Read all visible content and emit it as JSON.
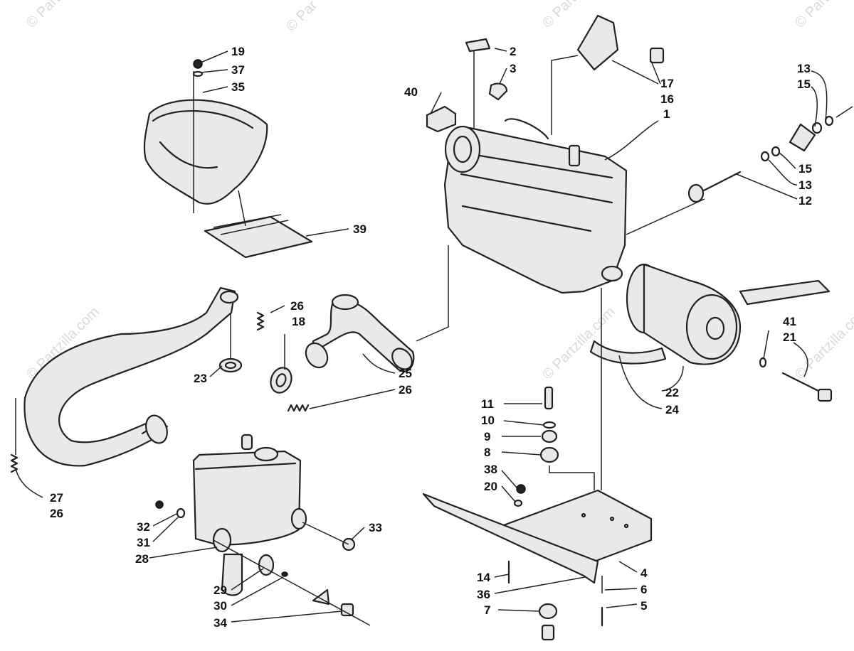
{
  "watermark": {
    "text": "© Partzilla.com",
    "text_top": "© Par"
  },
  "callouts": [
    {
      "id": "c1",
      "label": "1"
    },
    {
      "id": "c2",
      "label": "2"
    },
    {
      "id": "c3",
      "label": "3"
    },
    {
      "id": "c4",
      "label": "4"
    },
    {
      "id": "c5",
      "label": "5"
    },
    {
      "id": "c6",
      "label": "6"
    },
    {
      "id": "c7",
      "label": "7"
    },
    {
      "id": "c8",
      "label": "8"
    },
    {
      "id": "c9",
      "label": "9"
    },
    {
      "id": "c10",
      "label": "10"
    },
    {
      "id": "c11",
      "label": "11"
    },
    {
      "id": "c12",
      "label": "12"
    },
    {
      "id": "c13a",
      "label": "13"
    },
    {
      "id": "c13b",
      "label": "13"
    },
    {
      "id": "c14",
      "label": "14"
    },
    {
      "id": "c15a",
      "label": "15"
    },
    {
      "id": "c15b",
      "label": "15"
    },
    {
      "id": "c16",
      "label": "16"
    },
    {
      "id": "c17",
      "label": "17"
    },
    {
      "id": "c18",
      "label": "18"
    },
    {
      "id": "c19",
      "label": "19"
    },
    {
      "id": "c20",
      "label": "20"
    },
    {
      "id": "c21",
      "label": "21"
    },
    {
      "id": "c22",
      "label": "22"
    },
    {
      "id": "c23",
      "label": "23"
    },
    {
      "id": "c24",
      "label": "24"
    },
    {
      "id": "c25",
      "label": "25"
    },
    {
      "id": "c26a",
      "label": "26"
    },
    {
      "id": "c26b",
      "label": "26"
    },
    {
      "id": "c26c",
      "label": "26"
    },
    {
      "id": "c27",
      "label": "27"
    },
    {
      "id": "c28",
      "label": "28"
    },
    {
      "id": "c29",
      "label": "29"
    },
    {
      "id": "c30",
      "label": "30"
    },
    {
      "id": "c31",
      "label": "31"
    },
    {
      "id": "c32",
      "label": "32"
    },
    {
      "id": "c33",
      "label": "33"
    },
    {
      "id": "c34",
      "label": "34"
    },
    {
      "id": "c35",
      "label": "35"
    },
    {
      "id": "c36",
      "label": "36"
    },
    {
      "id": "c37",
      "label": "37"
    },
    {
      "id": "c38",
      "label": "38"
    },
    {
      "id": "c39",
      "label": "39"
    },
    {
      "id": "c40",
      "label": "40"
    },
    {
      "id": "c41",
      "label": "41"
    }
  ]
}
